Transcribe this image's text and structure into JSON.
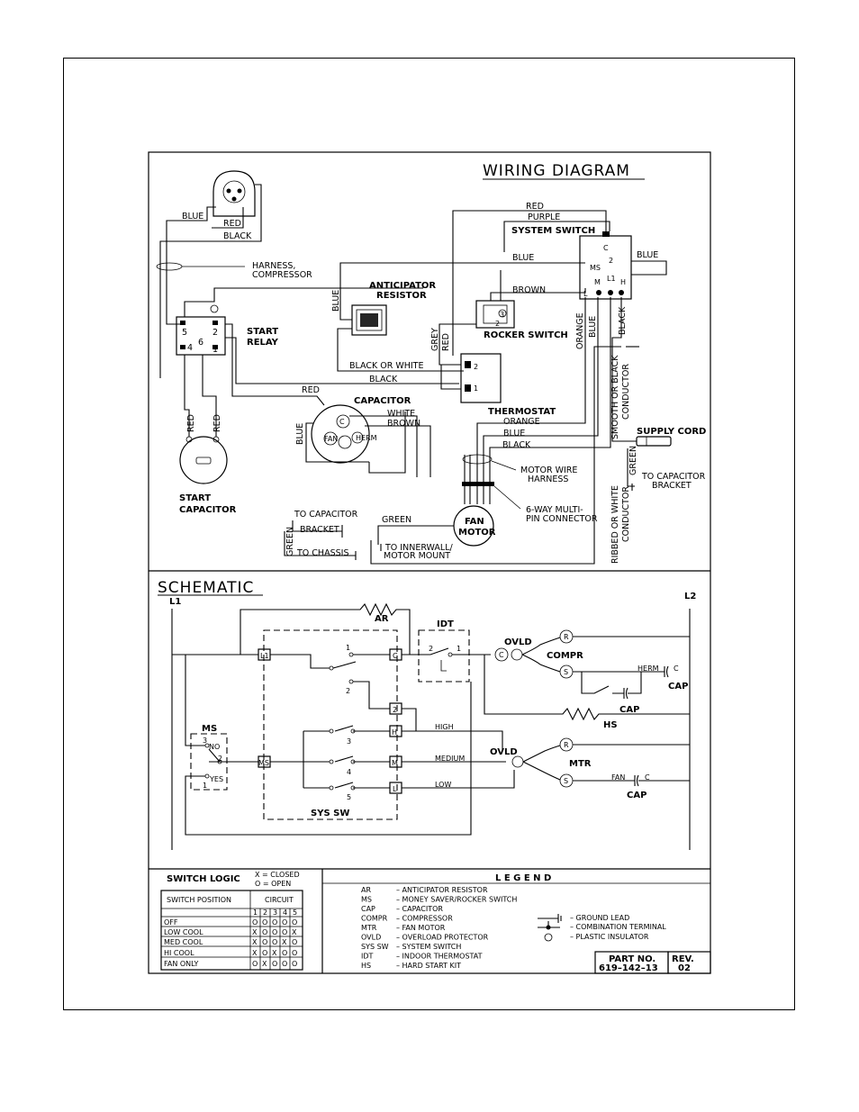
{
  "wiring": {
    "title": "WIRING DIAGRAM",
    "labels": {
      "blue_top": "BLUE",
      "red_top": "RED",
      "black_top": "BLACK",
      "harness_1": "HARNESS,",
      "harness_2": "COMPRESSOR",
      "start_relay_1": "START",
      "start_relay_2": "RELAY",
      "relay_t5": "5",
      "relay_t6": "6",
      "relay_t2": "2",
      "relay_t4": "4",
      "relay_t1": "1",
      "anticipator_1": "ANTICIPATOR",
      "anticipator_2": "RESISTOR",
      "blue_left": "BLUE",
      "red_a": "RED",
      "purple": "PURPLE",
      "system_switch": "SYSTEM SWITCH",
      "blue_ss": "BLUE",
      "blue_right": "BLUE",
      "brown": "BROWN",
      "rocker_switch": "ROCKER SWITCH",
      "grey": "GREY",
      "red_v": "RED",
      "orange_v": "ORANGE",
      "blue_v": "BLUE",
      "black_v": "BLACK",
      "black_or_white": "BLACK OR WHITE",
      "black_mid": "BLACK",
      "red_mid": "RED",
      "capacitor": "CAPACITOR",
      "thermostat": "THERMOSTAT",
      "white": "WHITE",
      "brown2": "BROWN",
      "orange_h": "ORANGE",
      "blue_h": "BLUE",
      "black_h": "BLACK",
      "smooth_1": "SMOOTH OR BLACK",
      "smooth_2": "CONDUCTOR",
      "supply_cord": "SUPPLY CORD",
      "blue_cap": "BLUE",
      "red_l": "RED",
      "red_r": "RED",
      "start_cap_1": "START",
      "start_cap_2": "CAPACITOR",
      "motor_wire_1": "MOTOR WIRE",
      "motor_wire_2": "HARNESS",
      "six_way_1": "6-WAY MULTI-",
      "six_way_2": "PIN CONNECTOR",
      "green_v": "GREEN",
      "to_cap_br_1": "TO CAPACITOR",
      "to_cap_br_2": "BRACKET",
      "to_cap_1": "TO CAPACITOR",
      "bracket": "BRACKET",
      "green_l": "GREEN",
      "to_chassis": "TO CHASSIS",
      "green_m": "GREEN",
      "fan_1": "FAN",
      "fan_2": "MOTOR",
      "to_inner_1": "TO INNERWALL/",
      "to_inner_2": "MOTOR MOUNT",
      "ribbed_1": "RIBBED OR WHITE",
      "ribbed_2": "CONDUCTOR",
      "cap_c": "C",
      "cap_fan": "FAN",
      "cap_herm": "HERM",
      "ss_c": "C",
      "ss_2": "2",
      "ss_ms": "MS",
      "ss_l1": "L1",
      "ss_m": "M",
      "ss_h": "H",
      "ss_l": "L",
      "rs_3": "3",
      "rs_2": "2",
      "t_2": "2",
      "t_1": "1"
    }
  },
  "schematic": {
    "title": "SCHEMATIC",
    "labels": {
      "l1": "L1",
      "l2": "L2",
      "ar": "AR",
      "idt": "IDT",
      "idt_2": "2",
      "idt_1": "1",
      "ovld1": "OVLD",
      "c1": "C",
      "compr": "COMPR",
      "r1": "R",
      "s1": "S",
      "herm": "HERM",
      "herm_c": "C",
      "cap1": "CAP",
      "cap2": "CAP",
      "hs": "HS",
      "t_l1": "L1",
      "t_c": "C",
      "t_2": "2",
      "t_h": "H",
      "t_m": "M",
      "t_l": "L",
      "t_ms": "MS",
      "n1": "1",
      "n2": "2",
      "n3": "3",
      "n4": "4",
      "n5": "5",
      "high": "HIGH",
      "medium": "MEDIUM",
      "low": "LOW",
      "ovld2": "OVLD",
      "r2": "R",
      "mtr": "MTR",
      "s2": "S",
      "fan": "FAN",
      "fan_c": "C",
      "cap3": "CAP",
      "ms": "MS",
      "ms_3": "3",
      "ms_no": "NO",
      "ms_2": "2",
      "ms_yes": "YES",
      "ms_1": "1",
      "sys_sw": "SYS SW"
    }
  },
  "switch_logic": {
    "title": "SWITCH LOGIC",
    "key": [
      "X  = CLOSED",
      "O  = OPEN"
    ],
    "col_position": "SWITCH POSITION",
    "col_circuit": "CIRCUIT",
    "circuit_numbers": [
      "1",
      "2",
      "3",
      "4",
      "5"
    ],
    "rows": [
      {
        "position": "OFF",
        "cells": [
          "O",
          "O",
          "O",
          "O",
          "O"
        ]
      },
      {
        "position": "LOW COOL",
        "cells": [
          "X",
          "O",
          "O",
          "O",
          "X"
        ]
      },
      {
        "position": "MED COOL",
        "cells": [
          "X",
          "O",
          "O",
          "X",
          "O"
        ]
      },
      {
        "position": "HI COOL",
        "cells": [
          "X",
          "O",
          "X",
          "O",
          "O"
        ]
      },
      {
        "position": "FAN ONLY",
        "cells": [
          "O",
          "X",
          "O",
          "O",
          "O"
        ]
      }
    ]
  },
  "legend": {
    "title": "L E G E N D",
    "items": [
      {
        "abbr": "AR",
        "desc": "–  ANTICIPATOR RESISTOR"
      },
      {
        "abbr": "MS",
        "desc": "–  MONEY SAVER/ROCKER SWITCH"
      },
      {
        "abbr": "CAP",
        "desc": "–  CAPACITOR"
      },
      {
        "abbr": "COMPR",
        "desc": "–  COMPRESSOR"
      },
      {
        "abbr": "MTR",
        "desc": "–  FAN MOTOR"
      },
      {
        "abbr": "OVLD",
        "desc": "–  OVERLOAD PROTECTOR"
      },
      {
        "abbr": "SYS SW",
        "desc": "–  SYSTEM SWITCH"
      },
      {
        "abbr": "IDT",
        "desc": "–  INDOOR THERMOSTAT"
      },
      {
        "abbr": "HS",
        "desc": "–  HARD START KIT"
      }
    ],
    "symbols": [
      {
        "desc": "–  GROUND LEAD"
      },
      {
        "desc": "–  COMBINATION TERMINAL"
      },
      {
        "desc": "–  PLASTIC INSULATOR"
      }
    ],
    "part_label": "PART NO.",
    "part_no": "619–142–13",
    "rev_label": "REV.",
    "rev": "02"
  }
}
